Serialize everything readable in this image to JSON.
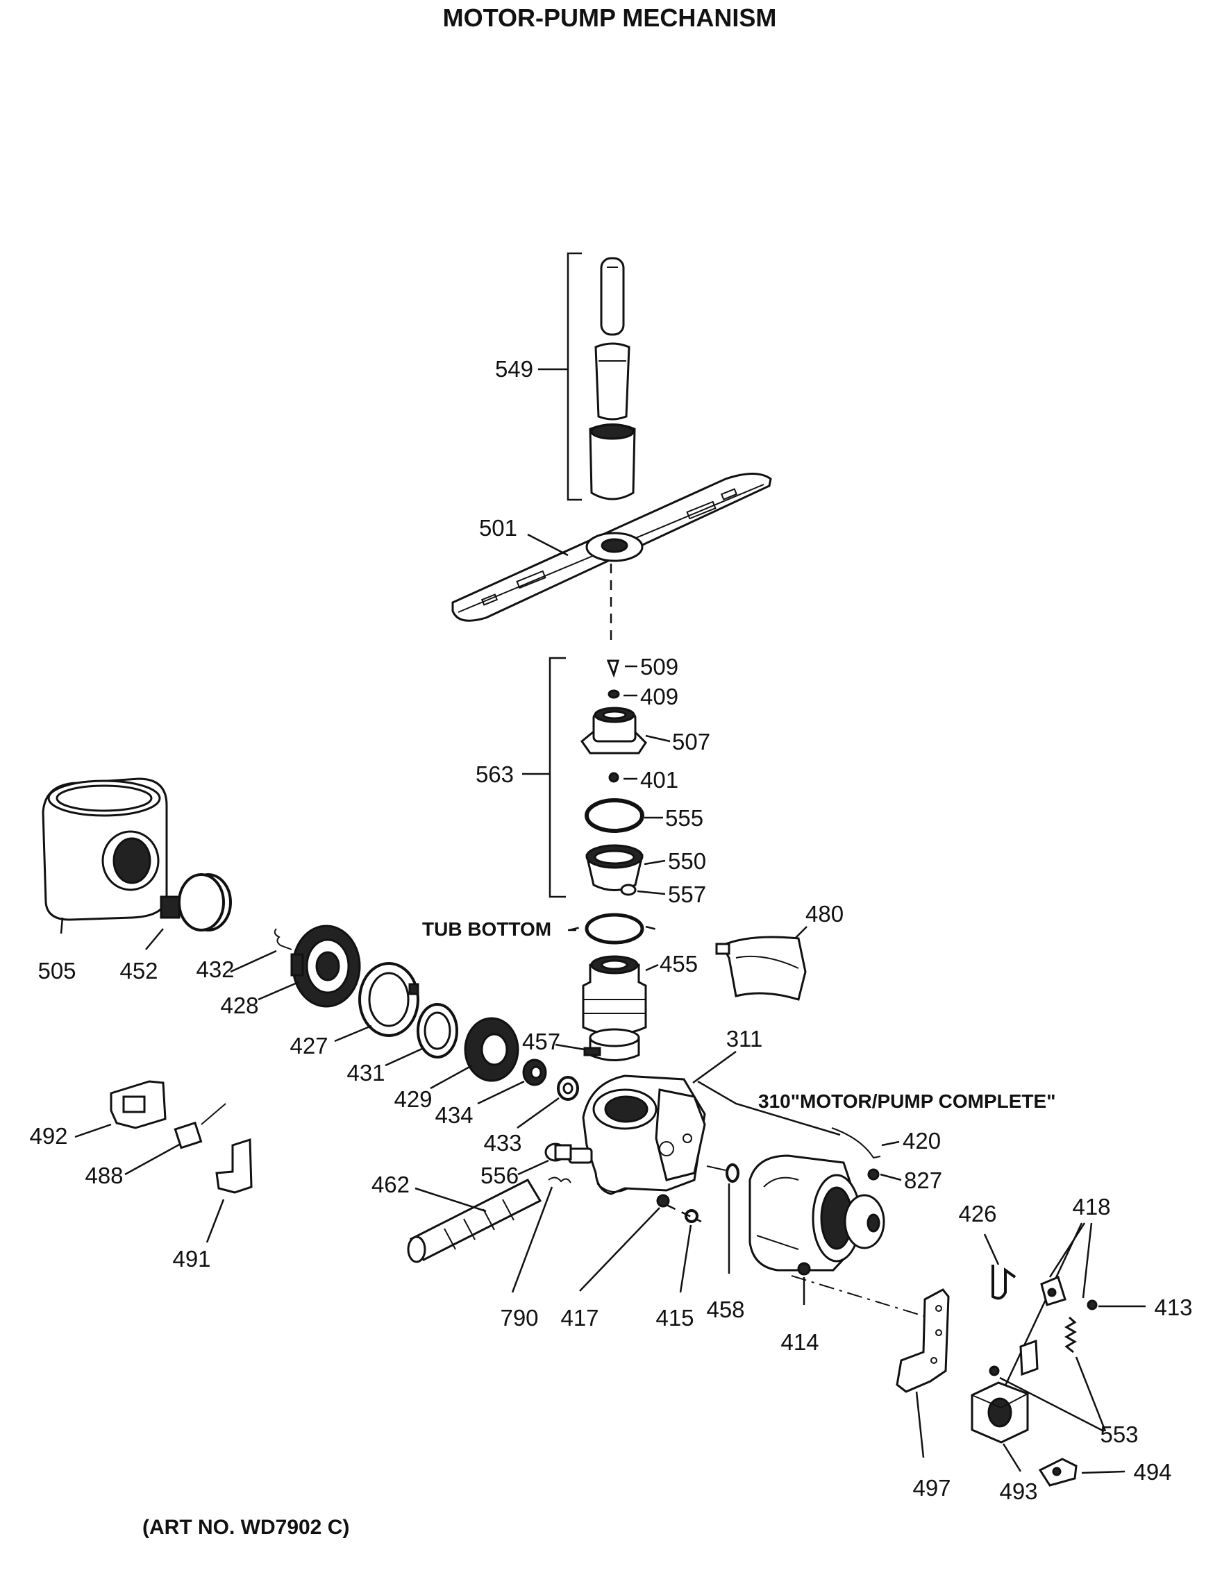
{
  "title": "MOTOR-PUMP MECHANISM",
  "art_no": "(ART NO. WD7902 C)",
  "labels": {
    "tub_bottom": "TUB BOTTOM",
    "motor_pump_complete": "310\"MOTOR/PUMP COMPLETE\"",
    "p549": "549",
    "p501": "501",
    "p509": "509",
    "p409": "409",
    "p507": "507",
    "p563": "563",
    "p401": "401",
    "p555": "555",
    "p550": "550",
    "p557": "557",
    "p480": "480",
    "p455": "455",
    "p505": "505",
    "p452": "452",
    "p432": "432",
    "p428": "428",
    "p427": "427",
    "p431": "431",
    "p429": "429",
    "p434": "434",
    "p457": "457",
    "p311": "311",
    "p433": "433",
    "p492": "492",
    "p488": "488",
    "p491": "491",
    "p420": "420",
    "p827": "827",
    "p556": "556",
    "p462": "462",
    "p426": "426",
    "p418": "418",
    "p413": "413",
    "p790": "790",
    "p417": "417",
    "p415": "415",
    "p458": "458",
    "p414": "414",
    "p553": "553",
    "p494": "494",
    "p497": "497",
    "p493": "493"
  }
}
